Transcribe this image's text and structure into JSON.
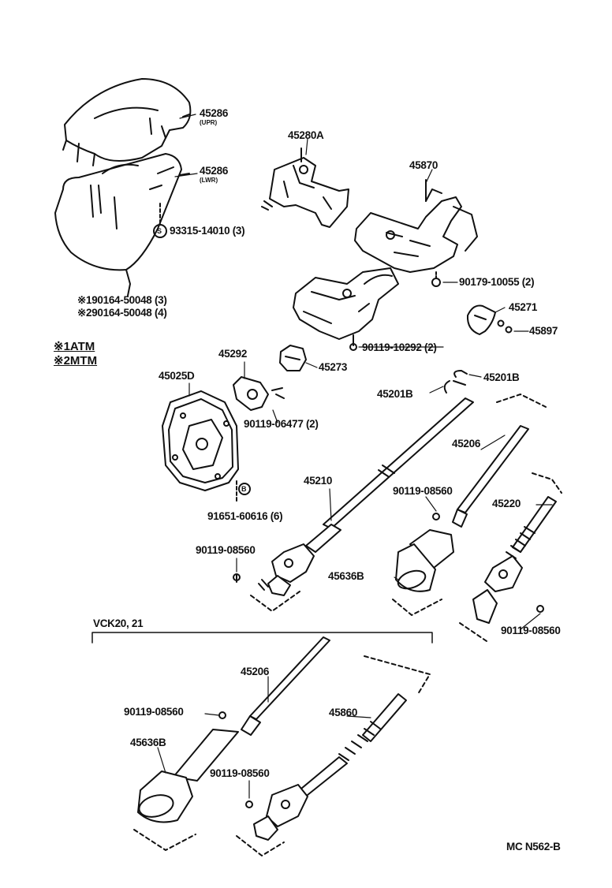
{
  "labels": {
    "l45286u": "45286",
    "l45286u_sub": "(UPR)",
    "l45286l": "45286",
    "l45286l_sub": "(LWR)",
    "l93315": "93315-14010 (3)",
    "s_mark": "S",
    "l190164": "※190164-50048 (3)",
    "l290164": "※290164-50048 (4)",
    "leg1": "※1ATM",
    "leg2": "※2MTM",
    "l45280a": "45280A",
    "l45870": "45870",
    "l90179": "90179-10055 (2)",
    "l45271": "45271",
    "l45897": "45897",
    "l90119_10292": "90119-10292 (2)",
    "l45273": "45273",
    "l45292": "45292",
    "l45025d": "45025D",
    "l90119_06477": "90119-06477 (2)",
    "b_mark": "B",
    "l91651": "91651-60616 (6)",
    "l45201b_a": "45201B",
    "l45201b_b": "45201B",
    "l45206_top": "45206",
    "l45210": "45210",
    "l90119_08560_a": "90119-08560",
    "l45220": "45220",
    "l90119_08560_b": "90119-08560",
    "l45636b_top": "45636B",
    "l90119_08560_c": "90119-08560",
    "vck": "VCK20, 21",
    "l45206_bot": "45206",
    "l90119_08560_d": "90119-08560",
    "l45860": "45860",
    "l45636b_bot": "45636B",
    "l90119_08560_e": "90119-08560",
    "code": "MC N562-B"
  }
}
